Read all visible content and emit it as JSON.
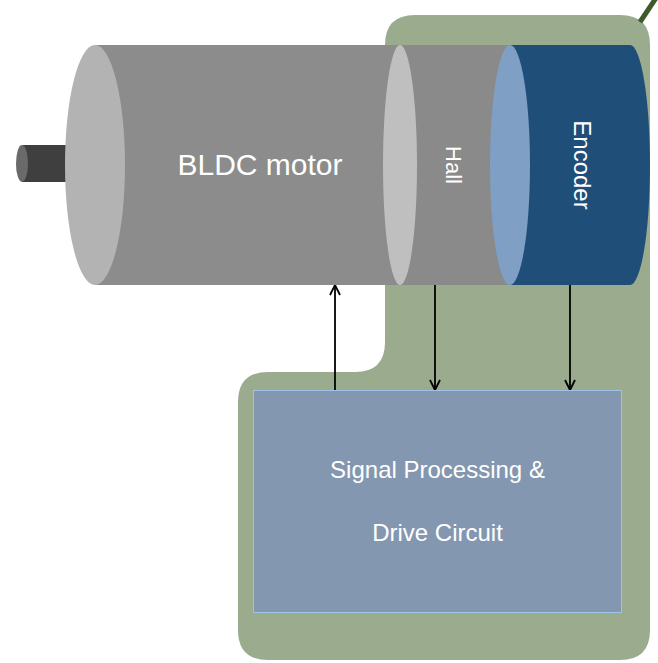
{
  "diagram": {
    "nodes": [
      {
        "text": [
          "BLDC motor"
        ]
      },
      {
        "text": [
          "Hall"
        ]
      },
      {
        "text": [
          "Encoder"
        ]
      },
      {
        "text": [
          "Signal Processing & Drive Circuit"
        ]
      }
    ],
    "edges": [
      {
        "from": 3,
        "to": 0,
        "arrow": "to"
      },
      {
        "from": 1,
        "to": 3,
        "arrow": "to"
      },
      {
        "from": 2,
        "to": 3,
        "arrow": "to"
      }
    ]
  }
}
